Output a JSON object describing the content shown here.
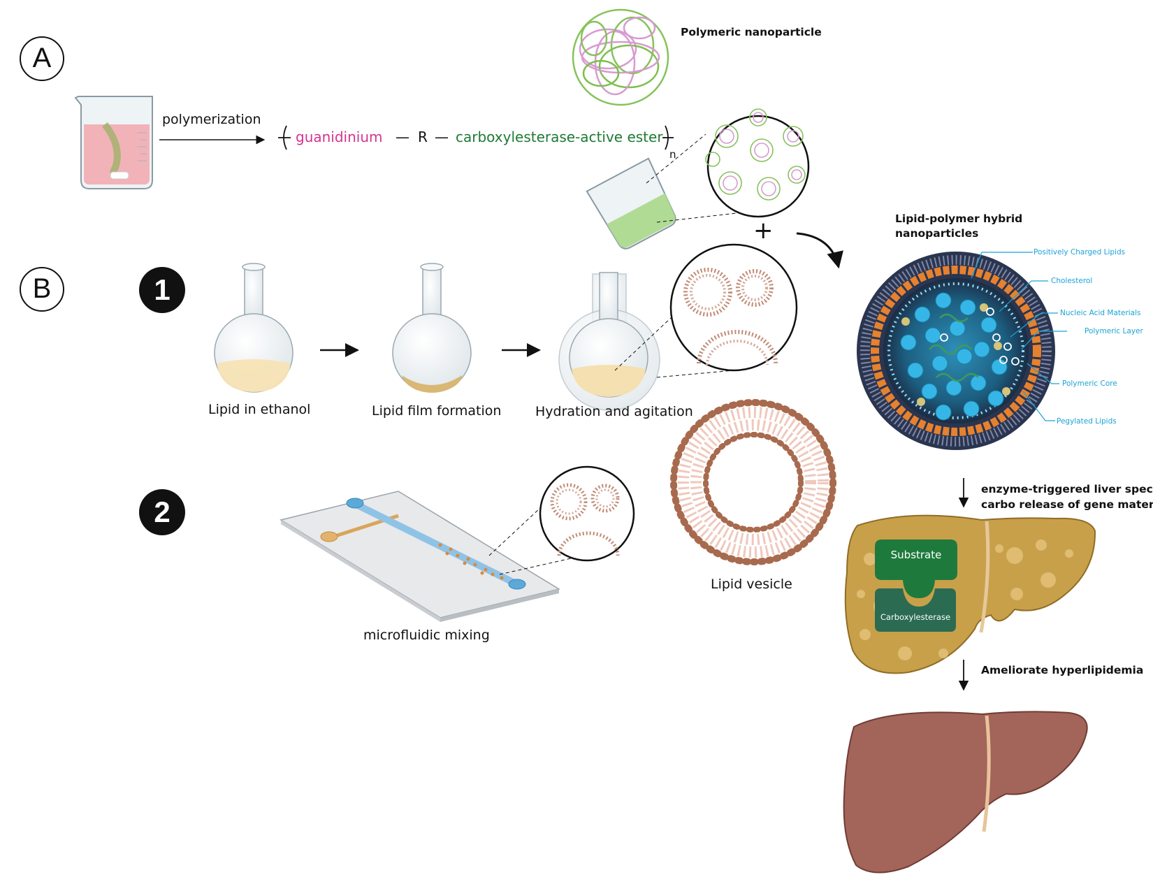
{
  "sections": {
    "a": "A",
    "b": "B",
    "step1": "1",
    "step2": "2"
  },
  "section_a": {
    "polymerization": "polymerization",
    "formula": {
      "guanidinium": "guanidinium",
      "dash1": "—",
      "r": "R",
      "dash2": "—",
      "ester": "carboxylesterase-active ester",
      "subscript": "n"
    },
    "polymeric_nanoparticle": "Polymeric nanoparticle",
    "plus": "+"
  },
  "section_b1": {
    "lipid_in_ethanol": "Lipid in ethanol",
    "lipid_film_formation": "Lipid film formation",
    "hydration_and_agitation": "Hydration and agitation"
  },
  "section_b2": {
    "microfluidic_mixing": "microfluidic mixing",
    "lipid_vesicle": "Lipid vesicle"
  },
  "hybrid": {
    "title_line1": "Lipid-polymer hybrid",
    "title_line2": "nanoparticles",
    "parts": {
      "positively_charged_lipids": "Positively Charged Lipids",
      "cholesterol": "Cholesterol",
      "nucleic_acid_materials": "Nucleic Acid Materials",
      "polymeric_layer": "Polymeric Layer",
      "polymeric_core": "Polymeric Core",
      "pegylated_lipids": "Pegylated Lipids"
    }
  },
  "liver": {
    "enzyme_line1": "enzyme-triggered liver specific",
    "enzyme_line2": "carbo release of gene materials",
    "substrate": "Substrate",
    "carboxylesterase": "Carboxylesterase",
    "ameliorate": "Ameliorate hyperlipidemia"
  },
  "colors": {
    "guanidinium": "#d6338f",
    "ester": "#1e7a34",
    "part_label": "#1aa3d6",
    "substrate": "#1e7a3c",
    "carboxylesterase": "#2b6b52",
    "fatty_liver": "#c9a04a",
    "healthy_liver": "#a3645a"
  }
}
